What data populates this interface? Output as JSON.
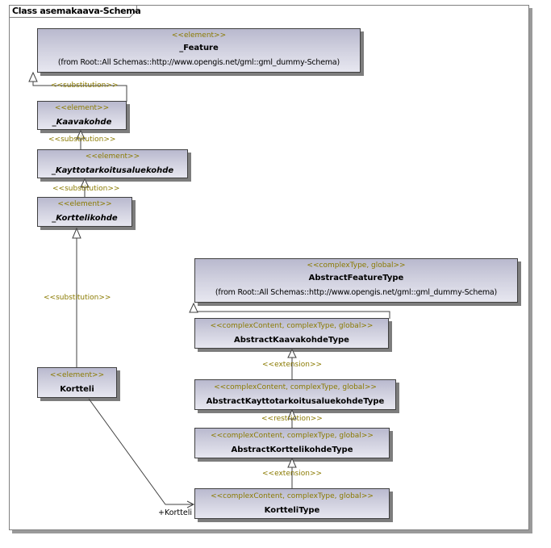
{
  "diagram": {
    "title": "Class asemakaava-Schema"
  },
  "classes": {
    "feature": {
      "stereotype": "<<element>>",
      "name": "_Feature",
      "from": "(from Root::All Schemas::http://www.opengis.net/gml::gml_dummy-Schema)"
    },
    "kaavakohde": {
      "stereotype": "<<element>>",
      "name": "_Kaavakohde"
    },
    "kayttotarkoitus": {
      "stereotype": "<<element>>",
      "name": "_Kayttotarkoitusaluekohde"
    },
    "korttelikohde": {
      "stereotype": "<<element>>",
      "name": "_Korttelikohde"
    },
    "kortteli": {
      "stereotype": "<<element>>",
      "name": "Kortteli"
    },
    "abstract_feature_type": {
      "stereotype": "<<complexType, global>>",
      "name": "AbstractFeatureType",
      "from": "(from Root::All Schemas::http://www.opengis.net/gml::gml_dummy-Schema)"
    },
    "abstract_kaavakohde_type": {
      "stereotype": "<<complexContent, complexType, global>>",
      "name": "AbstractKaavakohdeType"
    },
    "abstract_kayttotarkoitus_type": {
      "stereotype": "<<complexContent, complexType, global>>",
      "name": "AbstractKayttotarkoitusaluekohdeType"
    },
    "abstract_korttelikohde_type": {
      "stereotype": "<<complexContent, complexType, global>>",
      "name": "AbstractKorttelikohdeType"
    },
    "kortteli_type": {
      "stereotype": "<<complexContent, complexType, global>>",
      "name": "KortteliType"
    }
  },
  "relations": {
    "substitution_label": "<<substitution>>",
    "extension_label": "<<extension>>",
    "restriction_label": "<<restriction>>",
    "kortteli_role": "+Kortteli"
  },
  "colors": {
    "stereotype_text": "#8a7a00",
    "class_fill_top": "#b9b9ce",
    "class_fill_bottom": "#e7e7f0",
    "class_border": "#404040",
    "line": "#404040"
  }
}
